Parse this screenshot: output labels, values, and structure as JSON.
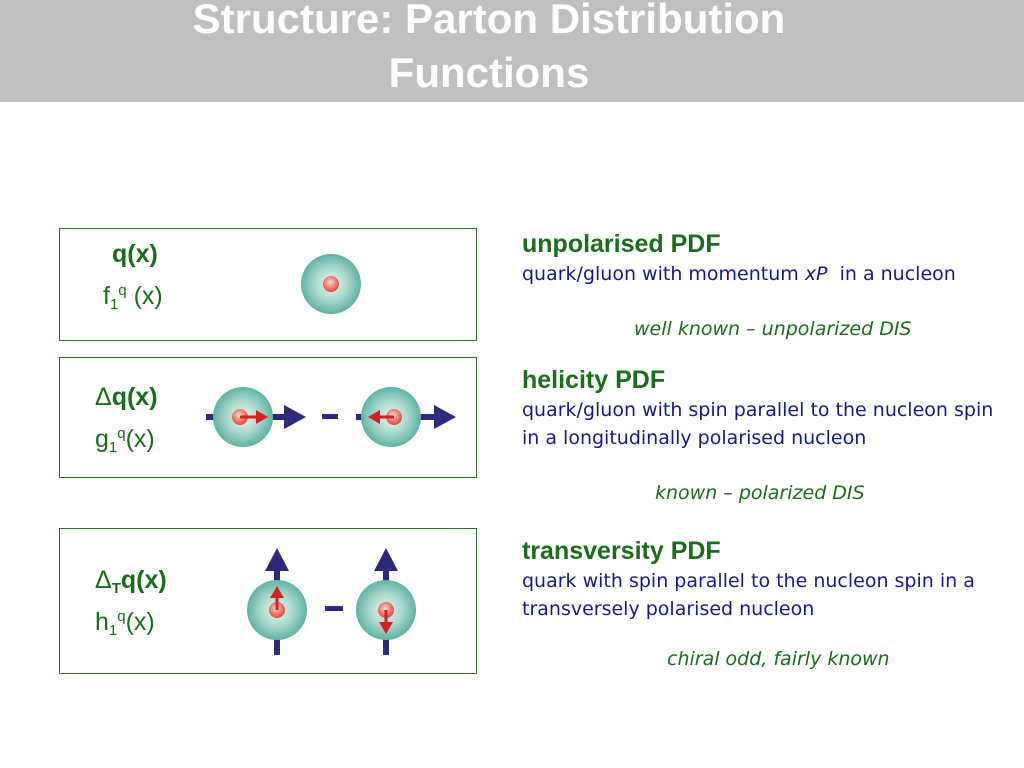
{
  "slide": {
    "title": "Structure: Parton Distribution\nFunctions"
  },
  "pdfs": [
    {
      "symbol_main": "q(x)",
      "symbol_alt_base": "f",
      "symbol_alt_sub": "1",
      "symbol_alt_sup": "q",
      "symbol_alt_tail": " (x)",
      "title": "unpolarised PDF",
      "desc_prefix": "quark/gluon with momentum ",
      "desc_italic": "xP",
      "desc_suffix": "  in a nucleon",
      "note": "well known – unpolarized DIS"
    },
    {
      "symbol_delta": "Δ",
      "symbol_main": "q(x)",
      "symbol_alt_base": "g",
      "symbol_alt_sub": "1",
      "symbol_alt_sup": "q",
      "symbol_alt_tail": "(x)",
      "title": "helicity PDF",
      "description": "quark/gluon with spin parallel to the nucleon spin in a longitudinally polarised nucleon",
      "note": "known – polarized DIS"
    },
    {
      "symbol_delta": "Δ",
      "symbol_delta_sub": "T",
      "symbol_main": "q(x)",
      "symbol_alt_base": "h",
      "symbol_alt_sub": "1",
      "symbol_alt_sup": "q",
      "symbol_alt_tail": "(x)",
      "title": "transversity PDF",
      "description": "quark with spin parallel to the nucleon spin in a transversely polarised nucleon",
      "note": "chiral odd, fairly known"
    }
  ],
  "colors": {
    "title_bar": "#c0c0c0",
    "box_border": "#2a7a2a",
    "green_text": "#1a6d1a",
    "blue_text": "#151a8e",
    "arrow_navy": "#2e2a7a",
    "spin_red": "#d42020",
    "nucleon_teal": "#6cbcae"
  }
}
